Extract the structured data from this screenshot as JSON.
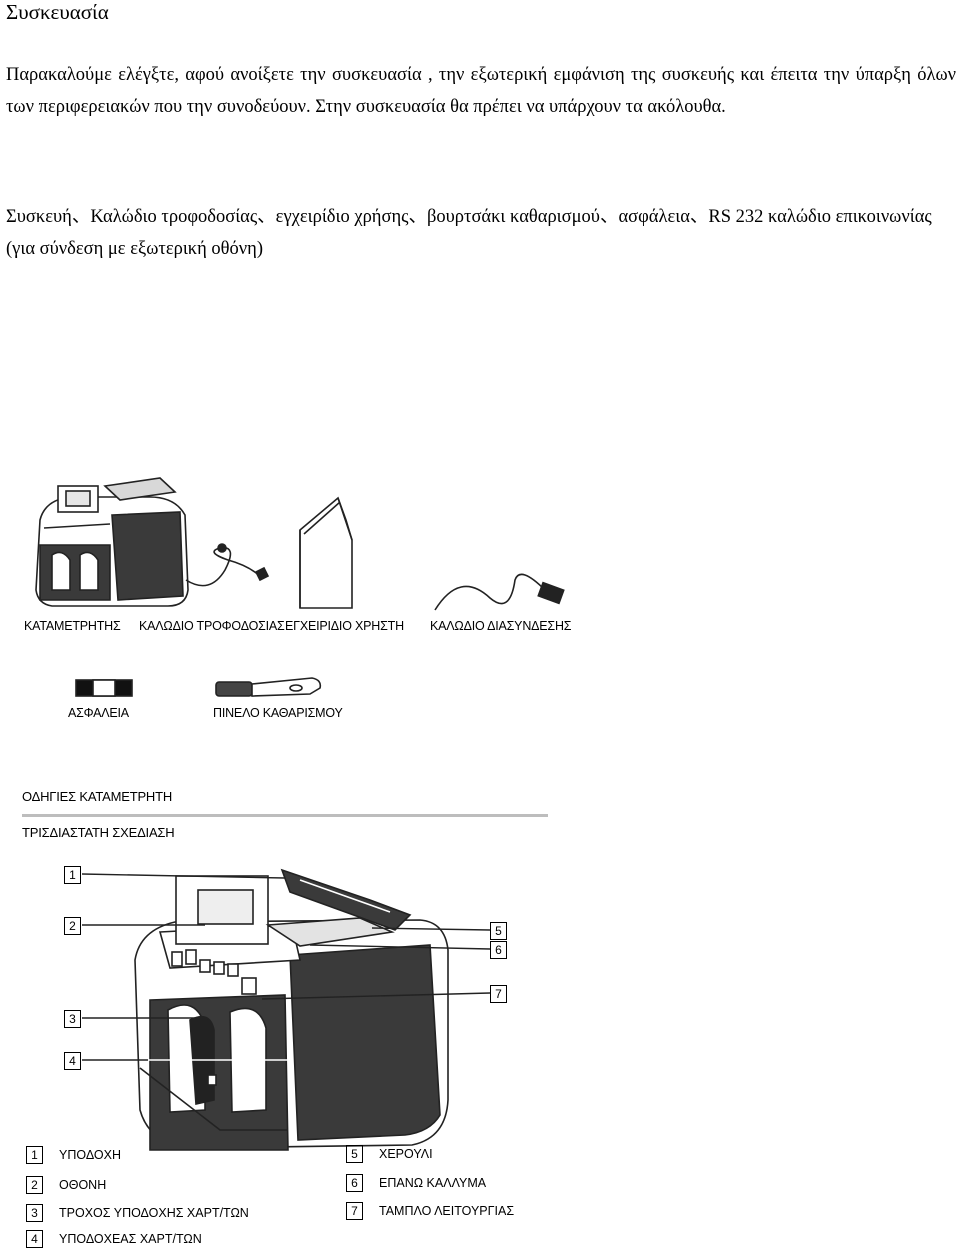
{
  "section_title": "Συσκευασία",
  "paragraphs": {
    "p1": "Παρακαλούμε ελέγξτε, αφού ανοίξετε την συσκευασία , την εξωτερική εμφάνιση της συσκευής και έπειτα την ύπαρξη όλων των περιφερειακών που την συνοδεύουν. Στην συσκευασία θα πρέπει να υπάρχουν τα ακόλουθα.",
    "p2": "Συσκευή、Καλώδιο τροφοδοσίας、εγχειρίδιο χρήσης、βουρτσάκι καθαρισμού、ασφάλεια、RS 232 καλώδιο επικοινωνίας (για σύνδεση με εξωτερική οθόνη)"
  },
  "accessories": {
    "counter": "ΚΑΤΑΜΕΤΡΗΤΗΣ",
    "power_cable": "ΚΑΛΩΔΙΟ ΤΡΟΦΟΔΟΣΙΑΣ",
    "manual": "ΕΓΧΕΙΡΙΔΙΟ ΧΡΗΣΤΗ",
    "link_cable": "ΚΑΛΩΔΙΟ ΔΙΑΣΥΝΔΕΣΗΣ",
    "fuse": "ΑΣΦΑΛΕΙΑ",
    "brush": "ΠΙΝΕΛΟ ΚΑΘΑΡΙΣΜΟΥ"
  },
  "instructions_heading": "ΟΔΗΓΙΕΣ ΚΑΤΑΜΕΤΡΗΤΗ",
  "design_heading": "ΤΡΙΣΔΙΑΣΤΑΤΗ ΣΧΕΔΙΑΣΗ",
  "parts": [
    {
      "num": "1",
      "label": "ΥΠΟΔΟΧΗ"
    },
    {
      "num": "2",
      "label": "ΟΘΟΝΗ"
    },
    {
      "num": "3",
      "label": "ΤΡΟΧΟΣ ΥΠΟΔΟΧΗΣ ΧΑΡΤ/ΤΩΝ"
    },
    {
      "num": "4",
      "label": "ΥΠΟΔΟΧΕΑΣ ΧΑΡΤ/ΤΩΝ"
    },
    {
      "num": "5",
      "label": "ΧΕΡΟΥΛΙ"
    },
    {
      "num": "6",
      "label": "ΕΠΑΝΩ ΚΑΛΛΥΜΑ"
    },
    {
      "num": "7",
      "label": "ΤΑΜΠΛΟ ΛΕΙΤΟΥΡΓΙΑΣ"
    }
  ]
}
